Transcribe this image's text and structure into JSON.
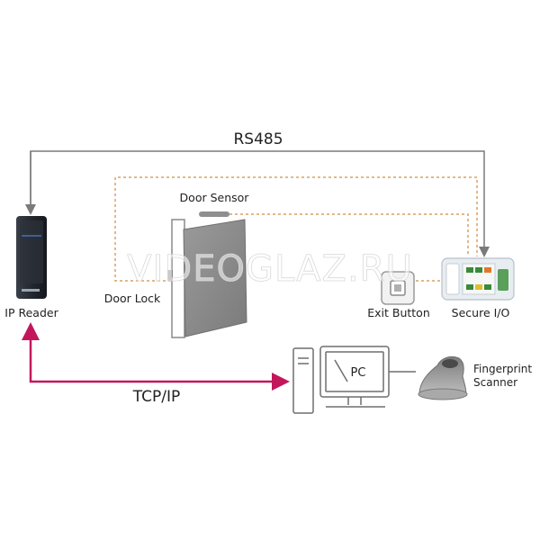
{
  "labels": {
    "rs485": "RS485",
    "door_sensor": "Door Sensor",
    "door_lock": "Door Lock",
    "ip_reader": "IP Reader",
    "exit_button": "Exit Button",
    "secure_io": "Secure I/O",
    "tcpip": "TCP/IP",
    "pc": "PC",
    "fingerprint_line1": "Fingerprint",
    "fingerprint_line2": "Scanner"
  },
  "watermark": "VIDEOGLAZ.RU",
  "colors": {
    "rs485_line": "#7a7a7a",
    "wiring_dotted": "#d9a066",
    "tcpip_arrow": "#c2185b",
    "door": "#8a8a8a",
    "reader_body": "#2b2f36",
    "pc_outline": "#6e6e6e"
  },
  "icons": {
    "ip_reader": "card-reader-icon",
    "door": "door-icon",
    "door_sensor": "door-sensor-icon",
    "exit_button": "exit-button-icon",
    "secure_io": "io-module-icon",
    "pc": "computer-icon",
    "fingerprint_scanner": "fingerprint-scanner-icon"
  }
}
